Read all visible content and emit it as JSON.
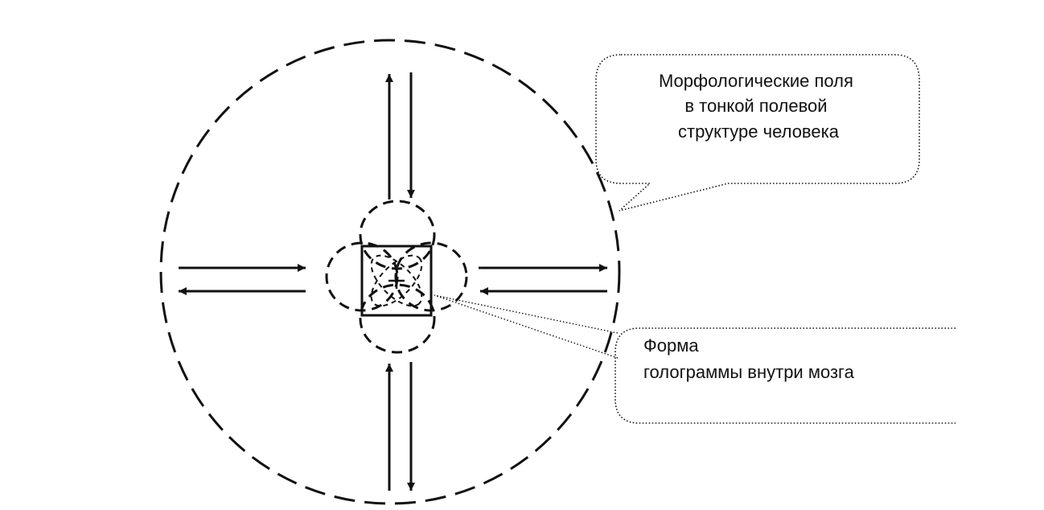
{
  "callouts": {
    "morphological": {
      "lines": [
        "Морфологические поля",
        "в тонкой полевой",
        "структуре человека"
      ]
    },
    "hologram": {
      "lines": [
        "Форма",
        "голограммы внутри мозга"
      ]
    }
  },
  "colors": {
    "stroke": "#111111",
    "background": "#ffffff"
  }
}
